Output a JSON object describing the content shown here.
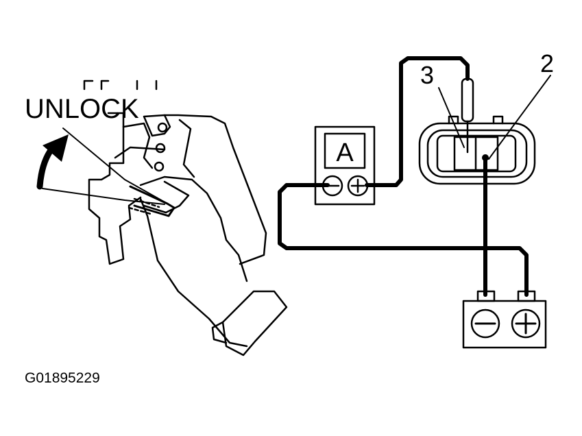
{
  "diagram": {
    "action_label": "UNLOCK",
    "ammeter_symbol": "A",
    "callouts": {
      "terminal_2": "2",
      "terminal_3": "3"
    },
    "polarity": {
      "negative": "−",
      "positive": "+"
    },
    "figure_id": "G01895229"
  },
  "colors": {
    "ink": "#000000",
    "background": "#ffffff"
  }
}
